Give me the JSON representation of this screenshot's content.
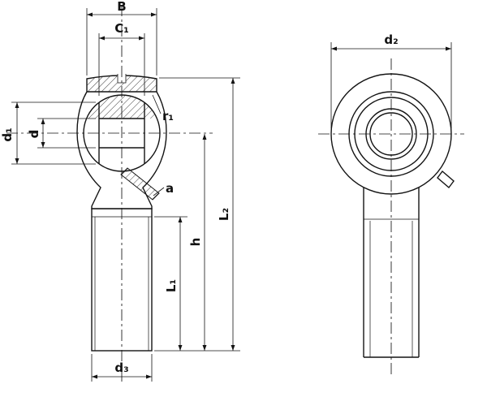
{
  "labels": {
    "B": "B",
    "C1": "C₁",
    "d1": "d₁",
    "d": "d",
    "r1": "r₁",
    "a": "a",
    "L1": "L₁",
    "L2": "L₂",
    "h": "h",
    "d3": "d₃",
    "d2": "d₂"
  },
  "colors": {
    "line": "#141414",
    "background": "#ffffff"
  }
}
